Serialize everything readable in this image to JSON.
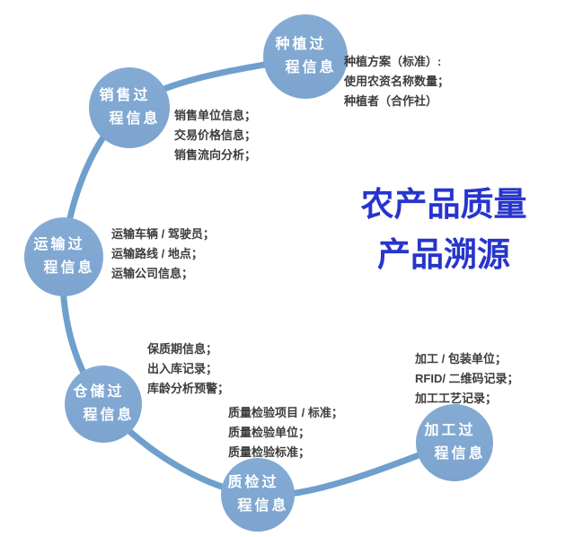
{
  "title": {
    "line1": "农产品质量",
    "line2": "产品溯源"
  },
  "nodes": [
    {
      "id": "planting",
      "label": [
        "种植过",
        "程信息"
      ],
      "notes": [
        "种植方案（标准）:",
        "使用农资名称数量；",
        "种植者（合作社）"
      ]
    },
    {
      "id": "sales",
      "label": [
        "销售过",
        "程信息"
      ],
      "notes": [
        "销售单位信息；",
        "交易价格信息；",
        "销售流向分析；"
      ]
    },
    {
      "id": "transport",
      "label": [
        "运输过",
        "程信息"
      ],
      "notes": [
        "运输车辆 / 驾驶员；",
        "运输路线 / 地点；",
        "运输公司信息；"
      ]
    },
    {
      "id": "warehouse",
      "label": [
        "仓储过",
        "程信息"
      ],
      "notes": [
        "保质期信息；",
        "出入库记录；",
        "库龄分析预警；"
      ]
    },
    {
      "id": "quality",
      "label": [
        "质检过",
        "程信息"
      ],
      "notes": [
        "质量检验项目 / 标准；",
        "质量检验单位；",
        "质量检验标准；"
      ]
    },
    {
      "id": "processing",
      "label": [
        "加工过",
        "程信息"
      ],
      "notes": [
        "加工 / 包装单位；",
        "RFID/ 二维码记录；",
        "加工工艺记录；"
      ]
    }
  ],
  "colors": {
    "node_fill": "#7ca4cf",
    "arc": "#6f9fcc",
    "title_text": "#2735cd",
    "note_text": "#3d3d3d",
    "node_text": "#ffffff"
  }
}
